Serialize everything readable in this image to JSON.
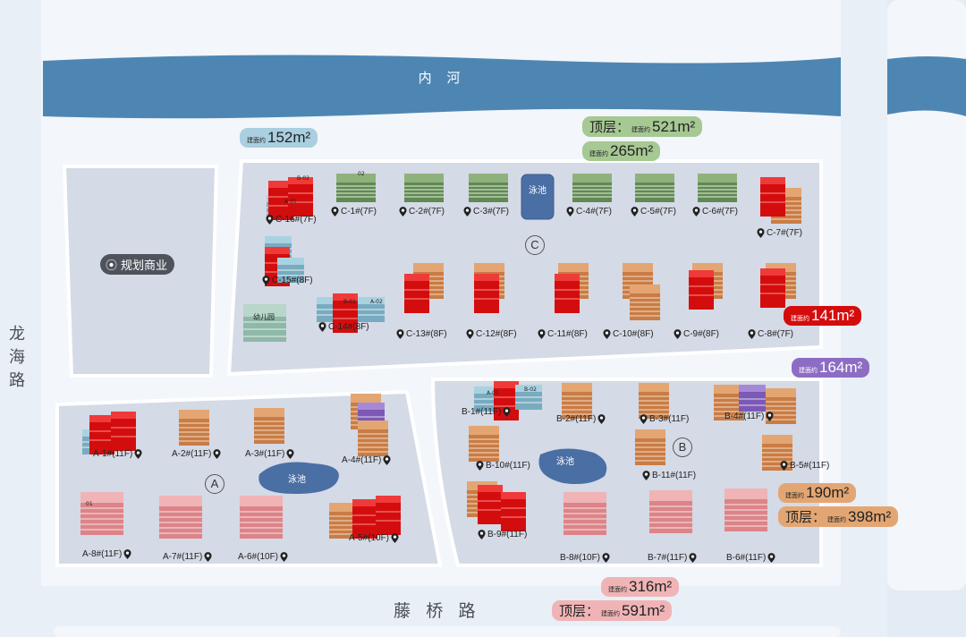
{
  "river": "内 河",
  "roads": {
    "left": "龙海路",
    "bottom": "藤 桥 路"
  },
  "commercial": "规划商业",
  "kindergarten": "幼儿园",
  "pool_label": "泳池",
  "zones": {
    "a": "A",
    "b": "B",
    "c": "C"
  },
  "buildings": {
    "c16": "C-16#(7F)",
    "c1": "C-1#(7F)",
    "c2": "C-2#(7F)",
    "c3": "C-3#(7F)",
    "c4": "C-4#(7F)",
    "c5": "C-5#(7F)",
    "c6": "C-6#(7F)",
    "c7": "C-7#(7F)",
    "c15": "C-15#(8F)",
    "c14": "C-14#(8F)",
    "c13": "C-13#(8F)",
    "c12": "C-12#(8F)",
    "c11": "C-11#(8F)",
    "c10": "C-10#(8F)",
    "c9": "C-9#(8F)",
    "c8": "C-8#(7F)",
    "a1": "A-1#(11F)",
    "a2": "A-2#(11F)",
    "a3": "A-3#(11F)",
    "a4": "A-4#(11F)",
    "a5": "A-5#(10F)",
    "a6": "A-6#(10F)",
    "a7": "A-7#(11F)",
    "a8": "A-8#(11F)",
    "b1": "B-1#(11F)",
    "b2": "B-2#(11F)",
    "b3": "B-3#(11F)",
    "b4": "B-4#(11F)",
    "b5": "B-5#(11F)",
    "b6": "B-6#(11F)",
    "b7": "B-7#(11F)",
    "b8": "B-8#(10F)",
    "b9": "B-9#(11F)",
    "b10": "B-10#(11F)",
    "b11": "B-11#(11F)"
  },
  "unit_labels": {
    "u01": "01",
    "u02": "02",
    "a01": "A-01",
    "a02": "A-02",
    "b01": "B-01",
    "b02": "B-02"
  },
  "bubbles": {
    "blue": {
      "small": "建面约",
      "area": "152m²"
    },
    "green_top": {
      "prefix": "顶层：",
      "small": "建面约",
      "area": "521m²"
    },
    "green": {
      "small": "建面约",
      "area": "265m²"
    },
    "red": {
      "small": "建面约",
      "area": "141m²"
    },
    "purple": {
      "small": "建面约",
      "area": "164m²"
    },
    "orange": {
      "small": "建面约",
      "area": "190m²"
    },
    "orange_top": {
      "prefix": "顶层：",
      "small": "建面约",
      "area": "398m²"
    },
    "pink": {
      "small": "建面约",
      "area": "316m²"
    },
    "pink_top": {
      "prefix": "顶层：",
      "small": "建面约",
      "area": "591m²"
    }
  },
  "colors": {
    "background": "#e3ebf5",
    "river": "#4e86b3",
    "block": "#d4dae6",
    "blue": "#8fc0d4",
    "green": "#7ea46c",
    "red": "#e01010",
    "purple": "#8d6cc4",
    "orange": "#d9905a",
    "pink": "#e8a0a4",
    "pool": "#4a6fa5"
  }
}
